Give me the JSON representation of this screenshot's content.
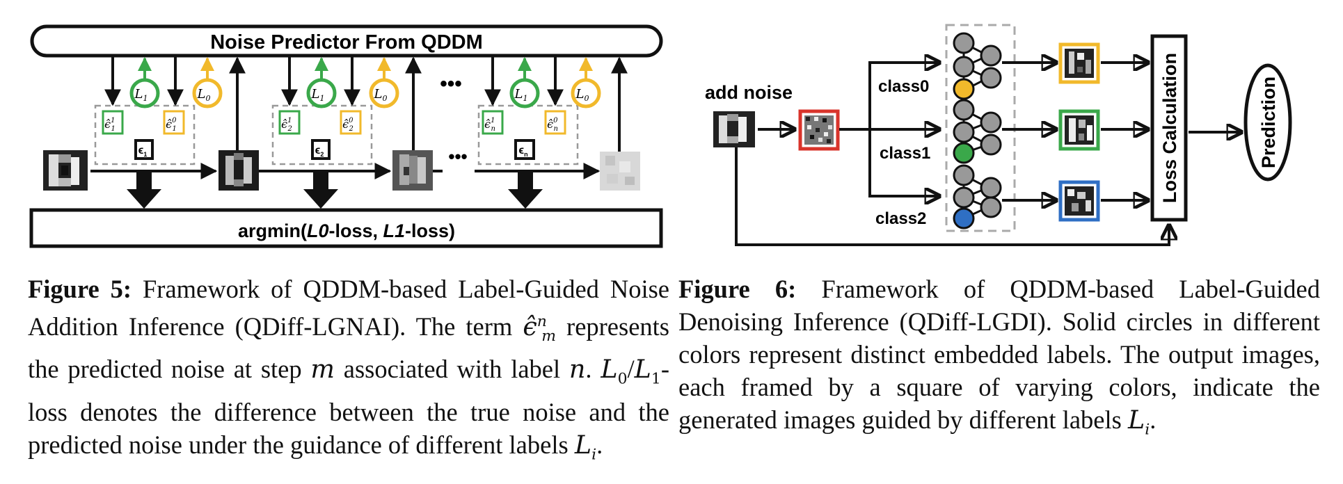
{
  "figure5": {
    "predictor_label": "Noise Predictor From QDDM",
    "output_label": {
      "pre": "argmin(",
      "l0": "L0",
      "mid": "-loss, ",
      "l1": "L1",
      "post": "-loss)"
    },
    "loss_l1": {
      "base": "L",
      "sub": "1"
    },
    "loss_l0": {
      "base": "L",
      "sub": "0"
    },
    "noise_steps": [
      {
        "eps": "ϵ",
        "sub": "1",
        "pred1": "ϵ̂",
        "pred1_sub": "1",
        "pred1_sup": "1",
        "pred0": "ϵ̂",
        "pred0_sub": "1",
        "pred0_sup": "0"
      },
      {
        "eps": "ϵ",
        "sub": "2",
        "pred1": "ϵ̂",
        "pred1_sub": "2",
        "pred1_sup": "1",
        "pred0": "ϵ̂",
        "pred0_sub": "2",
        "pred0_sup": "0"
      },
      {
        "eps": "ϵ",
        "sub": "n",
        "pred1": "ϵ̂",
        "pred1_sub": "n",
        "pred1_sup": "1",
        "pred0": "ϵ̂",
        "pred0_sub": "n",
        "pred0_sup": "0"
      }
    ],
    "ellipsis": "•••",
    "colors": {
      "green": "#3aa84a",
      "yellow": "#f1b92b",
      "box_border": "#999999"
    }
  },
  "figure6": {
    "add_noise": "add noise",
    "classes": [
      "class0",
      "class1",
      "class2"
    ],
    "class_colors": [
      "#f1b92b",
      "#3aa84a",
      "#2f6fc4"
    ],
    "noise_box_color": "#d9342b",
    "loss_label": "Loss Calculation",
    "prediction_label": "Prediction"
  },
  "captions": {
    "fig5": {
      "lead": "Figure 5:",
      "t1": " Framework of QDDM-based Label-Guided Noise Addition Inference (QDiff-LGNAI). The term ",
      "sym_eps": "ϵ̂",
      "sym_eps_sup": "n",
      "sym_eps_sub": "m",
      "t2": " represents the predicted noise at step ",
      "sym_m": "m",
      "t3": " associated with label ",
      "sym_n": "n",
      "t4": ". ",
      "sym_l0": "L",
      "sym_l0_sub": "0",
      "slash": "/",
      "sym_l1": "L",
      "sym_l1_sub": "1",
      "t5": "-loss denotes the difference between the true noise and the predicted noise under the guidance of different labels ",
      "sym_li": "L",
      "sym_li_sub": "i",
      "t6": "."
    },
    "fig6": {
      "lead": "Figure 6:",
      "t1": " Framework of QDDM-based Label-Guided Denoising Inference (QDiff-LGDI). Solid circles in different colors represent distinct embedded labels.  The output images, each framed by a square of varying colors, indicate the generated images guided by different labels ",
      "sym_li": "L",
      "sym_li_sub": "i",
      "t2": "."
    }
  }
}
